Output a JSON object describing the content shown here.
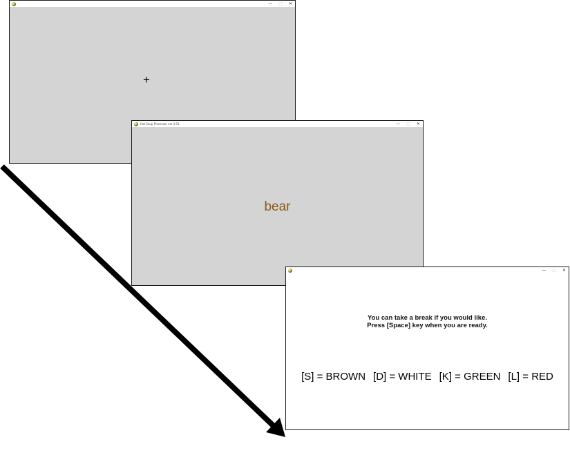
{
  "windows": {
    "fixation": {
      "title": "",
      "controls": {
        "minimize": "—",
        "maximize": "□",
        "close": "✕"
      },
      "fixation_symbol": "+"
    },
    "stimulus": {
      "title": "Hot Soup Processor ver.3.51",
      "controls": {
        "minimize": "—",
        "maximize": "□",
        "close": "✕"
      },
      "word": "bear",
      "word_color": "#8B5A14"
    },
    "break": {
      "title": "",
      "controls": {
        "minimize": "—",
        "maximize": "□",
        "close": "✕"
      },
      "message_line1": "You can take a break if you would like.",
      "message_line2": "Press [Space] key when you are ready.",
      "key_mappings": [
        "[S] = BROWN",
        "[D] = WHITE",
        "[K] = GREEN",
        "[L] = RED"
      ]
    }
  },
  "colors": {
    "window_bg": "#d4d4d4",
    "break_bg": "#ffffff",
    "arrow": "#000000"
  },
  "icons": {
    "app": "app-icon",
    "arrow": "time-flow-arrow"
  }
}
